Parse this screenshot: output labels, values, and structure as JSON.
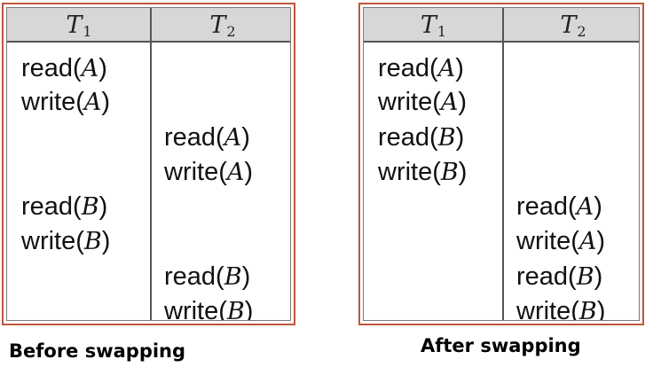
{
  "before": {
    "caption": "Before swapping",
    "headers": {
      "t1": "T",
      "t1_sub": "1",
      "t2": "T",
      "t2_sub": "2"
    },
    "t1_ops": [
      {
        "op": "read",
        "arg": "A"
      },
      {
        "op": "write",
        "arg": "A"
      },
      {
        "op": "read",
        "arg": "B"
      },
      {
        "op": "write",
        "arg": "B"
      }
    ],
    "t2_ops": [
      {
        "op": "read",
        "arg": "A"
      },
      {
        "op": "write",
        "arg": "A"
      },
      {
        "op": "read",
        "arg": "B"
      },
      {
        "op": "write",
        "arg": "B"
      }
    ]
  },
  "after": {
    "caption": "After swapping",
    "headers": {
      "t1": "T",
      "t1_sub": "1",
      "t2": "T",
      "t2_sub": "2"
    },
    "t1_ops": [
      {
        "op": "read",
        "arg": "A"
      },
      {
        "op": "write",
        "arg": "A"
      },
      {
        "op": "read",
        "arg": "B"
      },
      {
        "op": "write",
        "arg": "B"
      }
    ],
    "t2_ops": [
      {
        "op": "read",
        "arg": "A"
      },
      {
        "op": "write",
        "arg": "A"
      },
      {
        "op": "read",
        "arg": "B"
      },
      {
        "op": "write",
        "arg": "B"
      }
    ]
  },
  "colors": {
    "frame": "#c0553a",
    "header": "#d7d7d7"
  }
}
